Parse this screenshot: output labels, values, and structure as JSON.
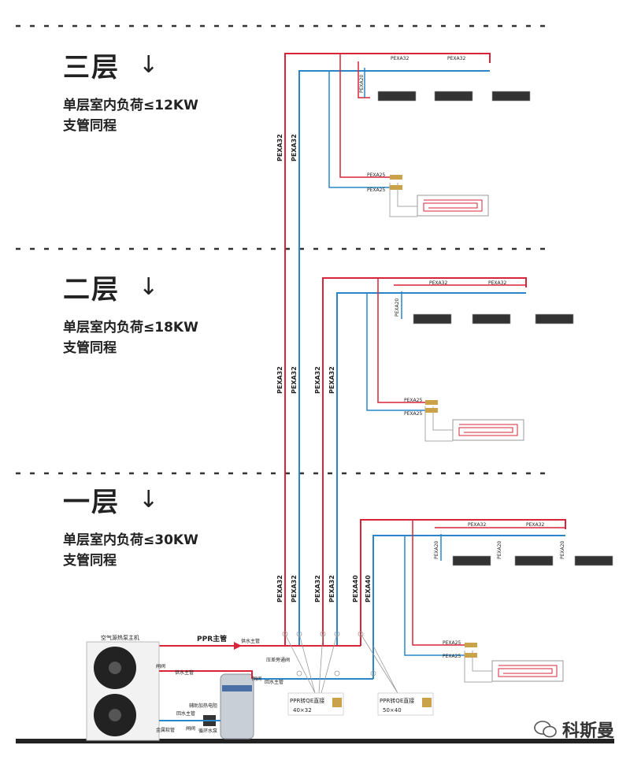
{
  "floors": [
    {
      "title": "三层",
      "arrow": "↓",
      "load": "单层室内负荷≤12KW",
      "note": "支管同程"
    },
    {
      "title": "二层",
      "arrow": "↓",
      "load": "单层室内负荷≤18KW",
      "note": "支管同程"
    },
    {
      "title": "一层",
      "arrow": "↓",
      "load": "单层室内负荷≤30KW",
      "note": "支管同程"
    }
  ],
  "pipe_labels": {
    "pexa32": "PEXA32",
    "pexa40": "PEXA40",
    "pexa25": "PEXA25",
    "pexa20": "PEXA20"
  },
  "equipment": {
    "heat_pump": "空气源热泵主机",
    "ppr_main": "PPR主管",
    "supply_main": "供水主管",
    "return_main": "回水主管",
    "gate_valve": "闸阀",
    "bypass_valve": "压差旁通阀",
    "aux_heater": "辅助加热电阻",
    "circ_pump": "循环水泵",
    "metal_hose": "金属软管",
    "valve2": "闸阀",
    "supply_main2": "供水主管",
    "return_main2": "回水主管",
    "connector1_line1": "PPR转QE直接",
    "connector1_line2": "40×32",
    "connector2_line1": "PPR转QE直接",
    "connector2_line2": "50×40"
  },
  "watermark": "科斯曼",
  "colors": {
    "supply": "#d9253a",
    "return": "#2a86c8",
    "dashed": "#333333",
    "ground": "#222222"
  }
}
